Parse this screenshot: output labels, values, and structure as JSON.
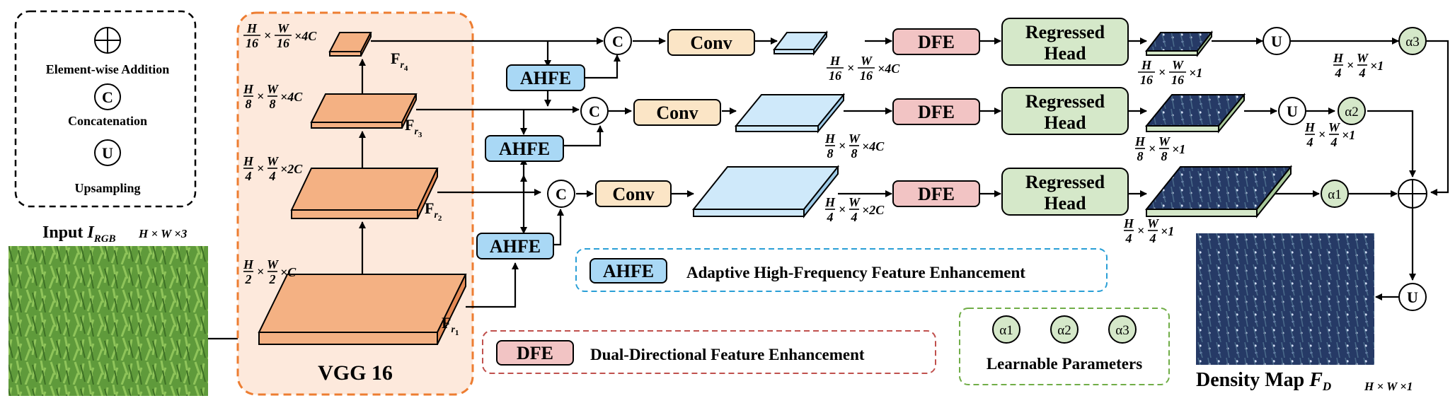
{
  "legend": {
    "element_wise_addition": "Element-wise Addition",
    "concatenation": "Concatenation",
    "upsampling": "Upsampling",
    "symbol_c": "C",
    "symbol_u": "U"
  },
  "input": {
    "label": "Input",
    "symbol": "I",
    "subscript": "RGB",
    "dims": "H × W ×3"
  },
  "backbone": {
    "title": "VGG 16",
    "feature_symbol": "F",
    "feature_subscripts": [
      "r1",
      "r2",
      "r3",
      "r4"
    ],
    "feature_dims": [
      {
        "h": "H",
        "h_den": "2",
        "w": "W",
        "w_den": "2",
        "c": "×C"
      },
      {
        "h": "H",
        "h_den": "4",
        "w": "W",
        "w_den": "4",
        "c": "×2C"
      },
      {
        "h": "H",
        "h_den": "8",
        "w": "W",
        "w_den": "8",
        "c": "×4C"
      },
      {
        "h": "H",
        "h_den": "16",
        "w": "W",
        "w_den": "16",
        "c": "×4C"
      }
    ]
  },
  "modules": {
    "ahfe": "AHFE",
    "conv": "Conv",
    "dfe": "DFE",
    "regressed_head_line1": "Regressed",
    "regressed_head_line2": "Head"
  },
  "branch_dims": {
    "conv_out": [
      {
        "h_den": "16",
        "w_den": "16",
        "c": "×4C"
      },
      {
        "h_den": "8",
        "w_den": "8",
        "c": "×4C"
      },
      {
        "h_den": "4",
        "w_den": "4",
        "c": "×2C"
      }
    ],
    "head_out": [
      {
        "h_den": "16",
        "w_den": "16",
        "c": "×1"
      },
      {
        "h_den": "8",
        "w_den": "8",
        "c": "×1"
      },
      {
        "h_den": "4",
        "w_den": "4",
        "c": "×1"
      }
    ],
    "up_out": [
      {
        "h_den": "4",
        "w_den": "4",
        "c": "×1"
      },
      {
        "h_den": "4",
        "w_den": "4",
        "c": "×1"
      }
    ]
  },
  "alphas": [
    "α3",
    "α2",
    "α1"
  ],
  "legend_boxes": {
    "ahfe_desc": "Adaptive High-Frequency Feature Enhancement",
    "dfe_desc": "Dual-Directional Feature Enhancement",
    "learnable": "Learnable Parameters",
    "alpha_list": [
      "α1",
      "α2",
      "α3"
    ]
  },
  "output": {
    "label": "Density Map",
    "symbol": "F",
    "subscript": "D",
    "dims": "H × W ×1"
  },
  "colors": {
    "backbone_bg": "#fde9dc",
    "backbone_border": "#ed7d31",
    "slab_orange": "#f4b183",
    "ahfe_fill": "#a9d8f5",
    "conv_fill": "#fbe5c6",
    "conv_slab": "#cfe9fa",
    "dfe_fill": "#f2c4c4",
    "head_fill": "#d5e8c9",
    "alpha_fill": "#d5e8c9",
    "density_slab": "#2e3a8c",
    "ahfe_legend_border": "#2a9fd6",
    "dfe_legend_border": "#c0504d",
    "alpha_legend_border": "#70ad47"
  }
}
